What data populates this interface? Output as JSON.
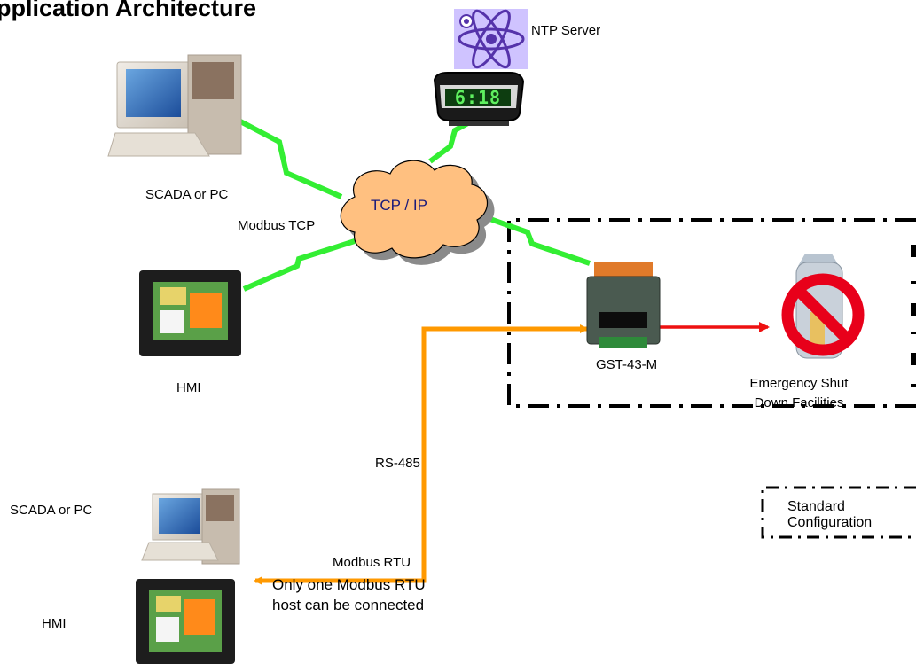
{
  "title": "pplication Architecture",
  "labels": {
    "ntp_server": "NTP Server",
    "clock_time": "6:18",
    "scada_top": "SCADA or PC",
    "modbus_tcp": "Modbus TCP",
    "tcp_ip": "TCP / IP",
    "hmi_top": "HMI",
    "device_model": "GST-43-M",
    "esd_line1": "Emergency Shut",
    "esd_line2": "Down Facilities",
    "rs485": "RS-485",
    "scada_bottom": "SCADA or PC",
    "modbus_rtu": "Modbus RTU",
    "note_line1": "Only one Modbus RTU",
    "note_line2": "host can be connected",
    "hmi_bottom": "HMI",
    "legend_line1": "Standard",
    "legend_line2": "Configuration"
  },
  "colors": {
    "network_link": "#33ee33",
    "rs485_link": "#ff9900",
    "control_arrow": "#ee1111",
    "cloud_fill": "#ffc080",
    "prohibit": "#e8001a"
  }
}
